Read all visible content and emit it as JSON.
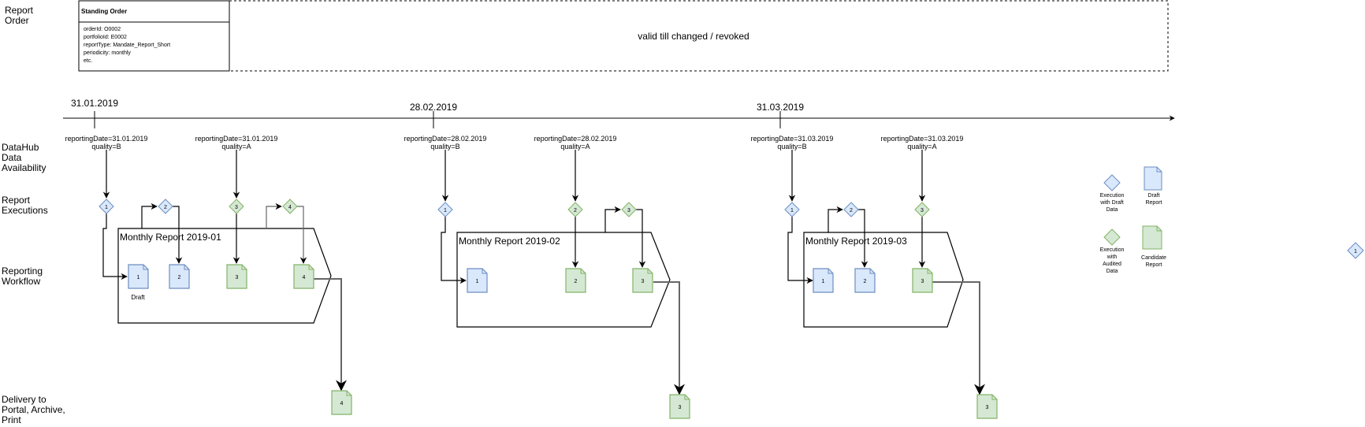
{
  "lanes": {
    "report_order": [
      "Report",
      "Order"
    ],
    "data_availability": [
      "DataHub",
      "Data",
      "Availability"
    ],
    "report_executions": [
      "Report",
      "Executions"
    ],
    "reporting_workflow": [
      "Reporting",
      "Workflow"
    ],
    "delivery": [
      "Delivery to",
      "Portal, Archive,",
      "Print"
    ]
  },
  "standing_order": {
    "title": "Standing Order",
    "lines": [
      "orderId: O0002",
      "portfolioId: E0002",
      "reportType: Mandate_Report_Short",
      "periodicity: monthly",
      "etc."
    ],
    "validity": "valid till changed / revoked"
  },
  "timeline": {
    "dates": [
      "31.01.2019",
      "28.02.2019",
      "31.03.2019"
    ]
  },
  "months": [
    {
      "process_label": "Monthly Report 2019-01",
      "data_events": [
        {
          "line1": "reportingDate=31.01.2019",
          "line2": "quality=B"
        },
        {
          "line1": "reportingDate=31.01.2019",
          "line2": "quality=A"
        }
      ],
      "executions": [
        {
          "n": "1",
          "kind": "draft"
        },
        {
          "n": "2",
          "kind": "draft"
        },
        {
          "n": "3",
          "kind": "audited"
        },
        {
          "n": "4",
          "kind": "audited"
        }
      ],
      "reports": [
        {
          "n": "1",
          "kind": "draft"
        },
        {
          "n": "2",
          "kind": "draft"
        },
        {
          "n": "3",
          "kind": "candidate"
        },
        {
          "n": "4",
          "kind": "candidate"
        }
      ],
      "draft_caption": "Draft",
      "delivered": "4"
    },
    {
      "process_label": "Monthly Report 2019-02",
      "data_events": [
        {
          "line1": "reportingDate=28.02.2019",
          "line2": "quality=B"
        },
        {
          "line1": "reportingDate=28.02.2019",
          "line2": "quality=A"
        }
      ],
      "executions": [
        {
          "n": "1",
          "kind": "draft"
        },
        {
          "n": "2",
          "kind": "audited"
        },
        {
          "n": "3",
          "kind": "audited"
        }
      ],
      "reports": [
        {
          "n": "1",
          "kind": "draft"
        },
        {
          "n": "2",
          "kind": "candidate"
        },
        {
          "n": "3",
          "kind": "candidate"
        }
      ],
      "delivered": "3"
    },
    {
      "process_label": "Monthly Report 2019-03",
      "data_events": [
        {
          "line1": "reportingDate=31.03.2019",
          "line2": "quality=B"
        },
        {
          "line1": "reportingDate=31.03.2019",
          "line2": "quality=A"
        }
      ],
      "executions": [
        {
          "n": "1",
          "kind": "draft"
        },
        {
          "n": "2",
          "kind": "draft"
        },
        {
          "n": "3",
          "kind": "audited"
        }
      ],
      "reports": [
        {
          "n": "1",
          "kind": "draft"
        },
        {
          "n": "2",
          "kind": "draft"
        },
        {
          "n": "3",
          "kind": "candidate"
        }
      ],
      "delivered": "3"
    }
  ],
  "legend": {
    "exec_draft": [
      "Execution",
      "with Draft",
      "Data"
    ],
    "draft_report": [
      "Draft",
      "Report"
    ],
    "exec_audited": [
      "Execution",
      "with",
      "Audited",
      "Data"
    ],
    "candidate_report": [
      "Candidate",
      "Report"
    ]
  },
  "stray_execution": {
    "n": "1",
    "kind": "draft"
  },
  "colors": {
    "draft_fill": "#dae8fc",
    "draft_stroke": "#6c8ebf",
    "audited_fill": "#d5e8d4",
    "audited_stroke": "#82b366",
    "line": "#000000",
    "delivery_line": "#666666"
  }
}
